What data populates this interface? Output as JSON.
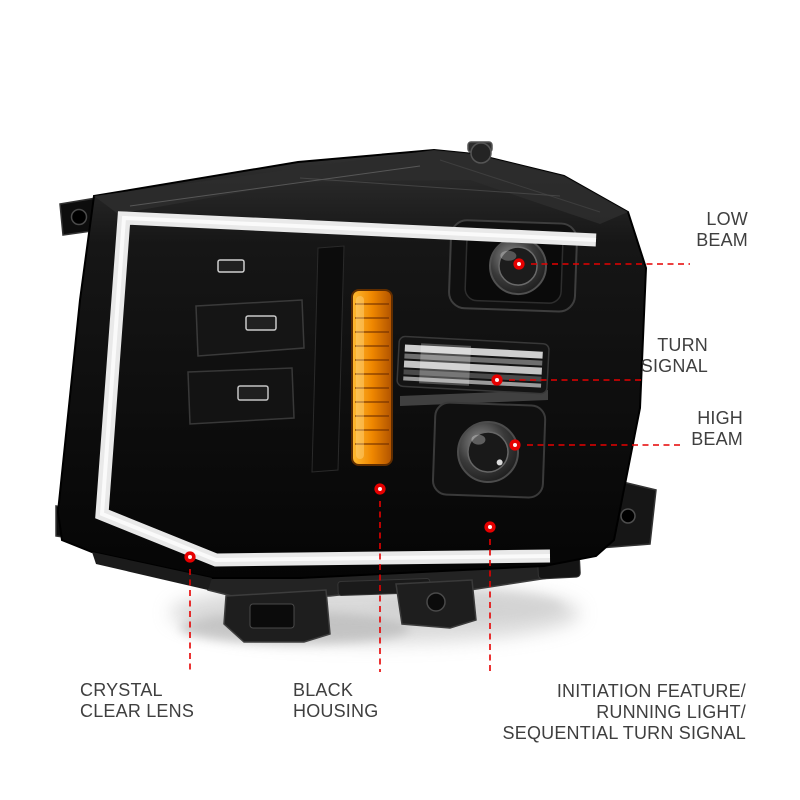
{
  "colors": {
    "accent": "#e60000",
    "label_text": "#3f3f3f",
    "background": "#ffffff",
    "housing": "#0a0a0a",
    "light_bar": "#ececec",
    "amber_reflector": "#f08800"
  },
  "callouts": {
    "low_beam": "LOW\nBEAM",
    "turn_signal": "TURN\nSIGNAL",
    "high_beam": "HIGH\nBEAM",
    "crystal_clear_lens": "CRYSTAL\nCLEAR LENS",
    "black_housing": "BLACK\nHOUSING",
    "initiation_feature": "INITIATION FEATURE/\nRUNNING LIGHT/\nSEQUENTIAL TURN SIGNAL"
  },
  "image": {
    "subject": "black-housing projector headlight with C-shaped light bar, amber side reflector and mounting brackets",
    "markers": [
      "low-beam-dot",
      "turn-signal-dot",
      "high-beam-dot",
      "crystal-clear-lens-dot",
      "black-housing-dot",
      "initiation-feature-dot"
    ]
  }
}
